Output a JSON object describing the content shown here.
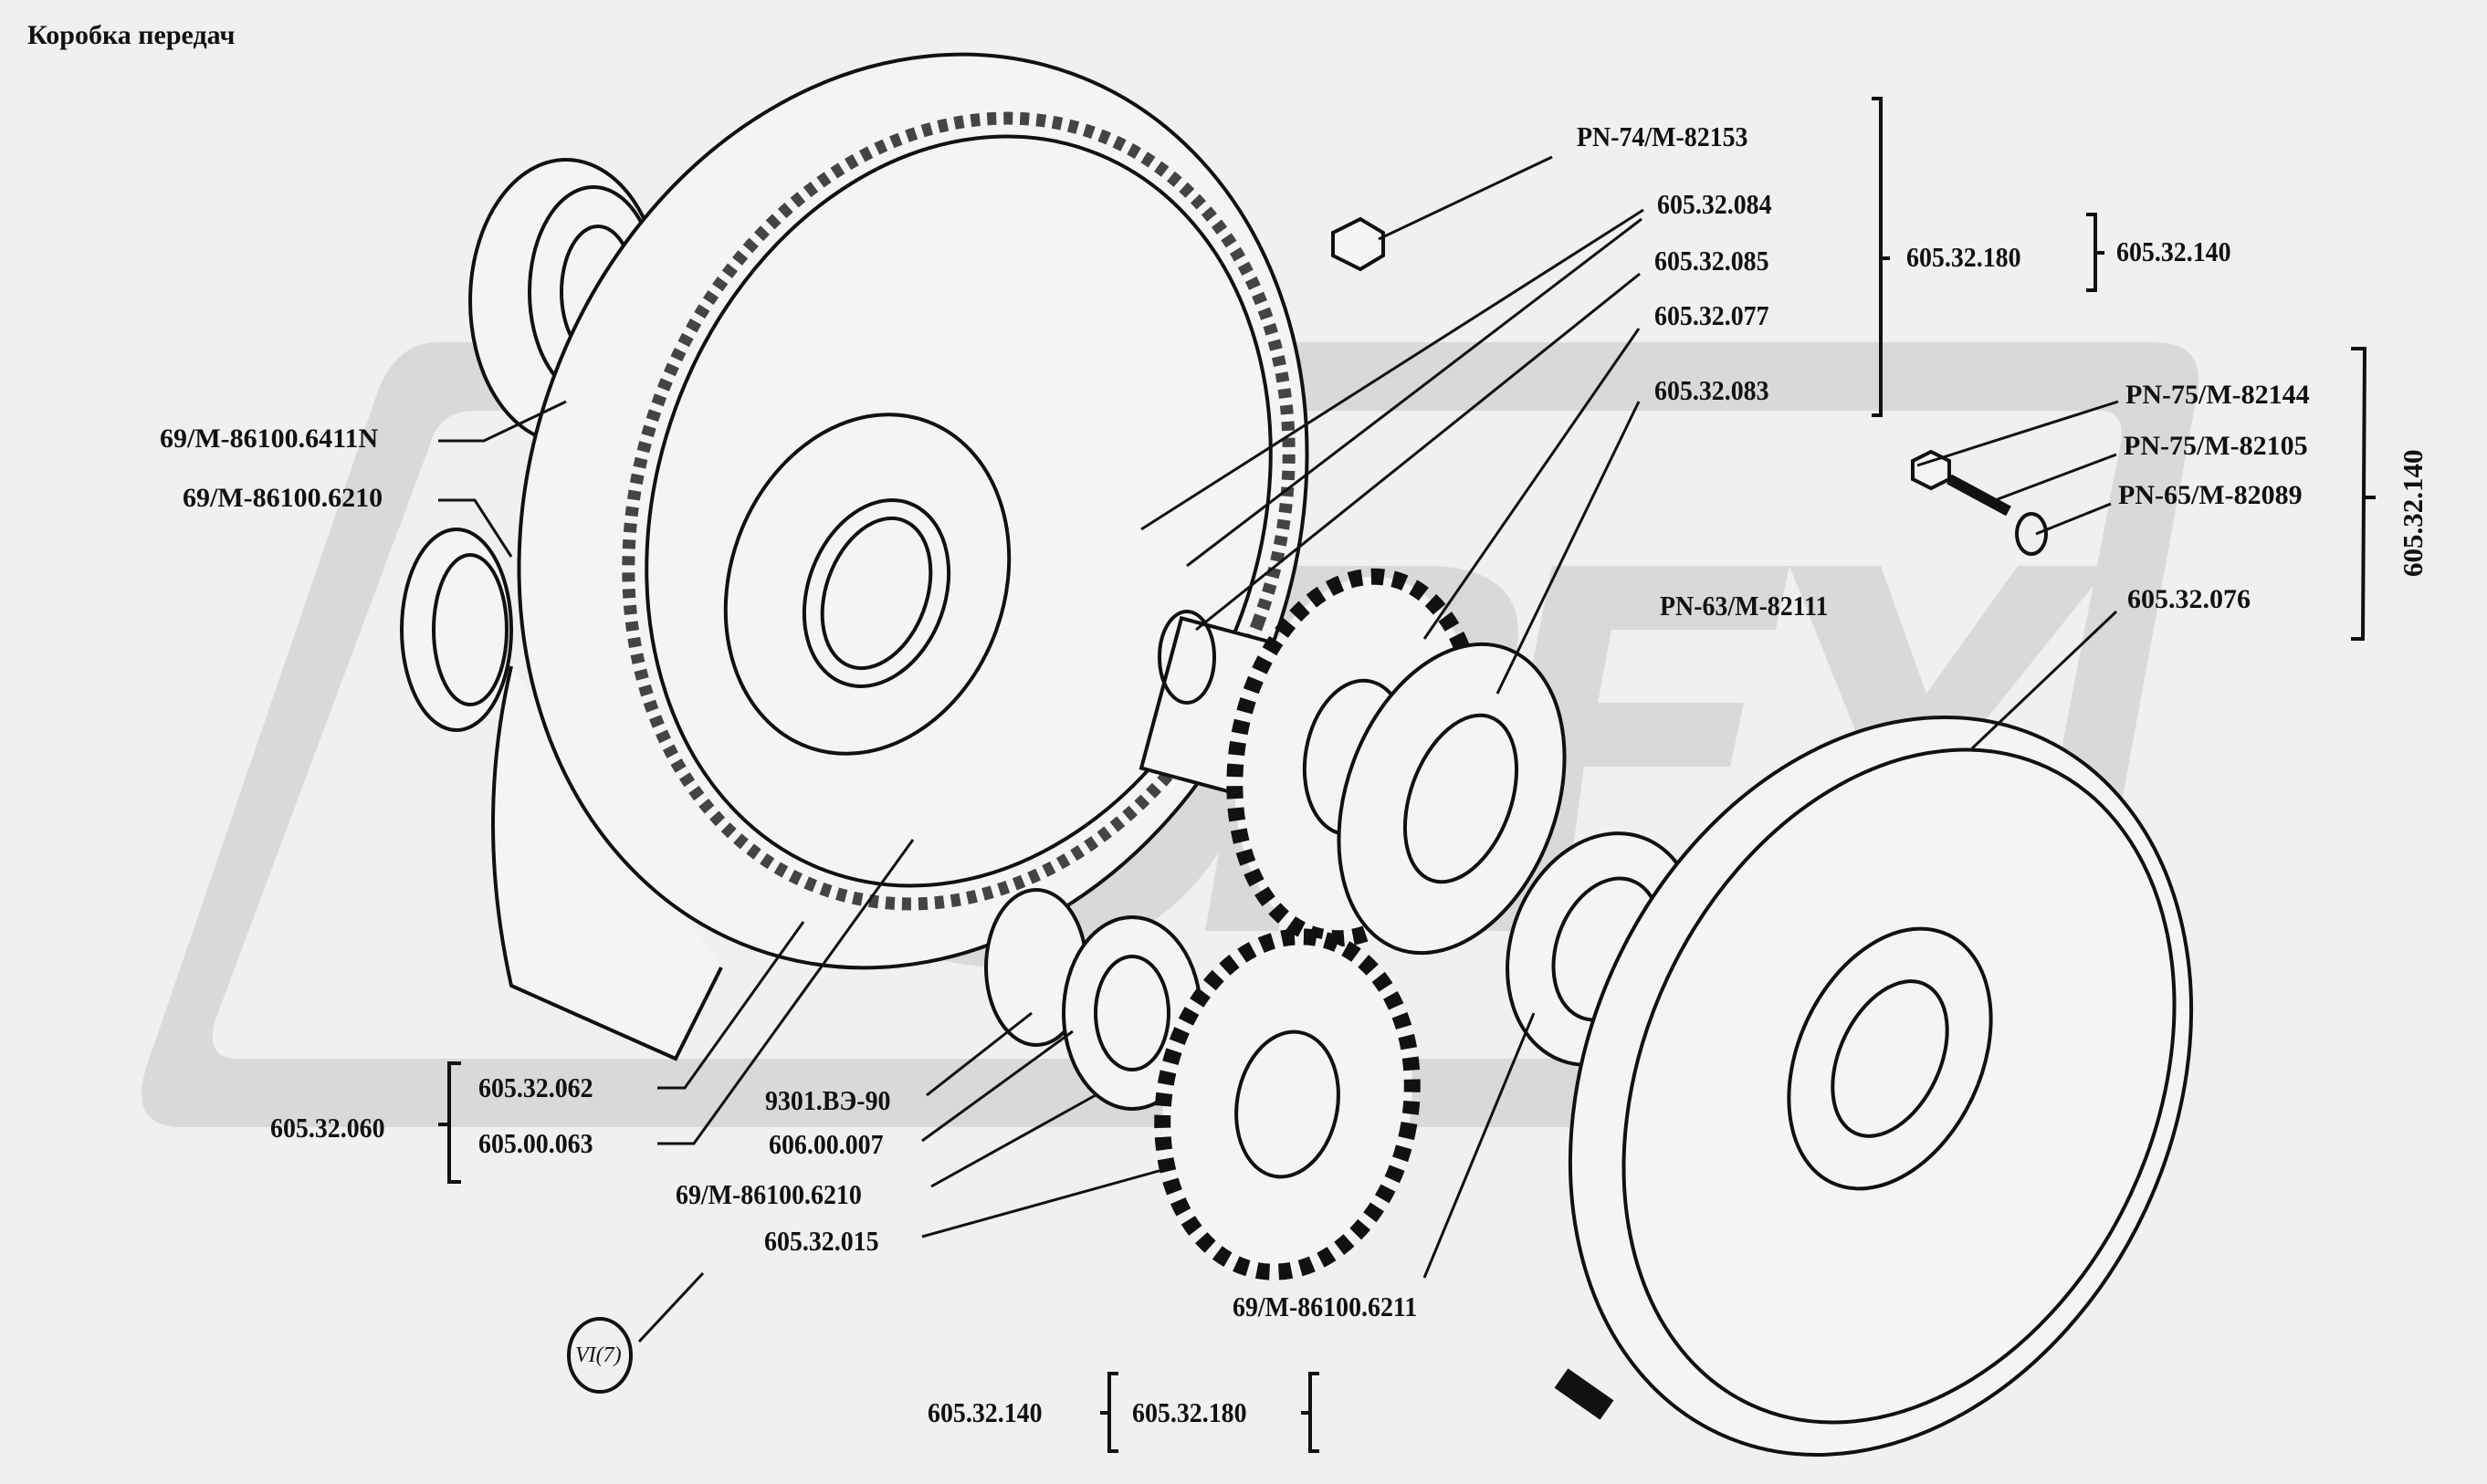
{
  "title": "Коробка передач",
  "colors": {
    "background": "#f0f0ee",
    "watermark": "#d9d9d9",
    "ink": "#111111"
  },
  "watermark_text": "OPEX",
  "labels": {
    "pn74": "PN-74/M-82153",
    "p084": "605.32.084",
    "p085": "605.32.085",
    "p077": "605.32.077",
    "p083": "605.32.083",
    "p180_top": "605.32.180",
    "p140_top": "605.32.140",
    "pn75_82144": "PN-75/M-82144",
    "pn75_82105": "PN-75/M-82105",
    "pn65_82089": "PN-65/M-82089",
    "p076": "605.32.076",
    "p140_right": "605.32.140",
    "pn63": "PN-63/M-82111",
    "b6411n": "69/M-86100.6411N",
    "b6210_left": "69/M-86100.6210",
    "p062": "605.32.062",
    "p063": "605.00.063",
    "p060": "605.32.060",
    "ve90": "9301.ВЭ-90",
    "p007": "606.00.007",
    "b6210_bottom": "69/M-86100.6210",
    "p015": "605.32.015",
    "b6211": "69/M-86100.6211",
    "callout_vi7": "VI(7)",
    "p140_bottom": "605.32.140",
    "p180_bottom": "605.32.180"
  }
}
